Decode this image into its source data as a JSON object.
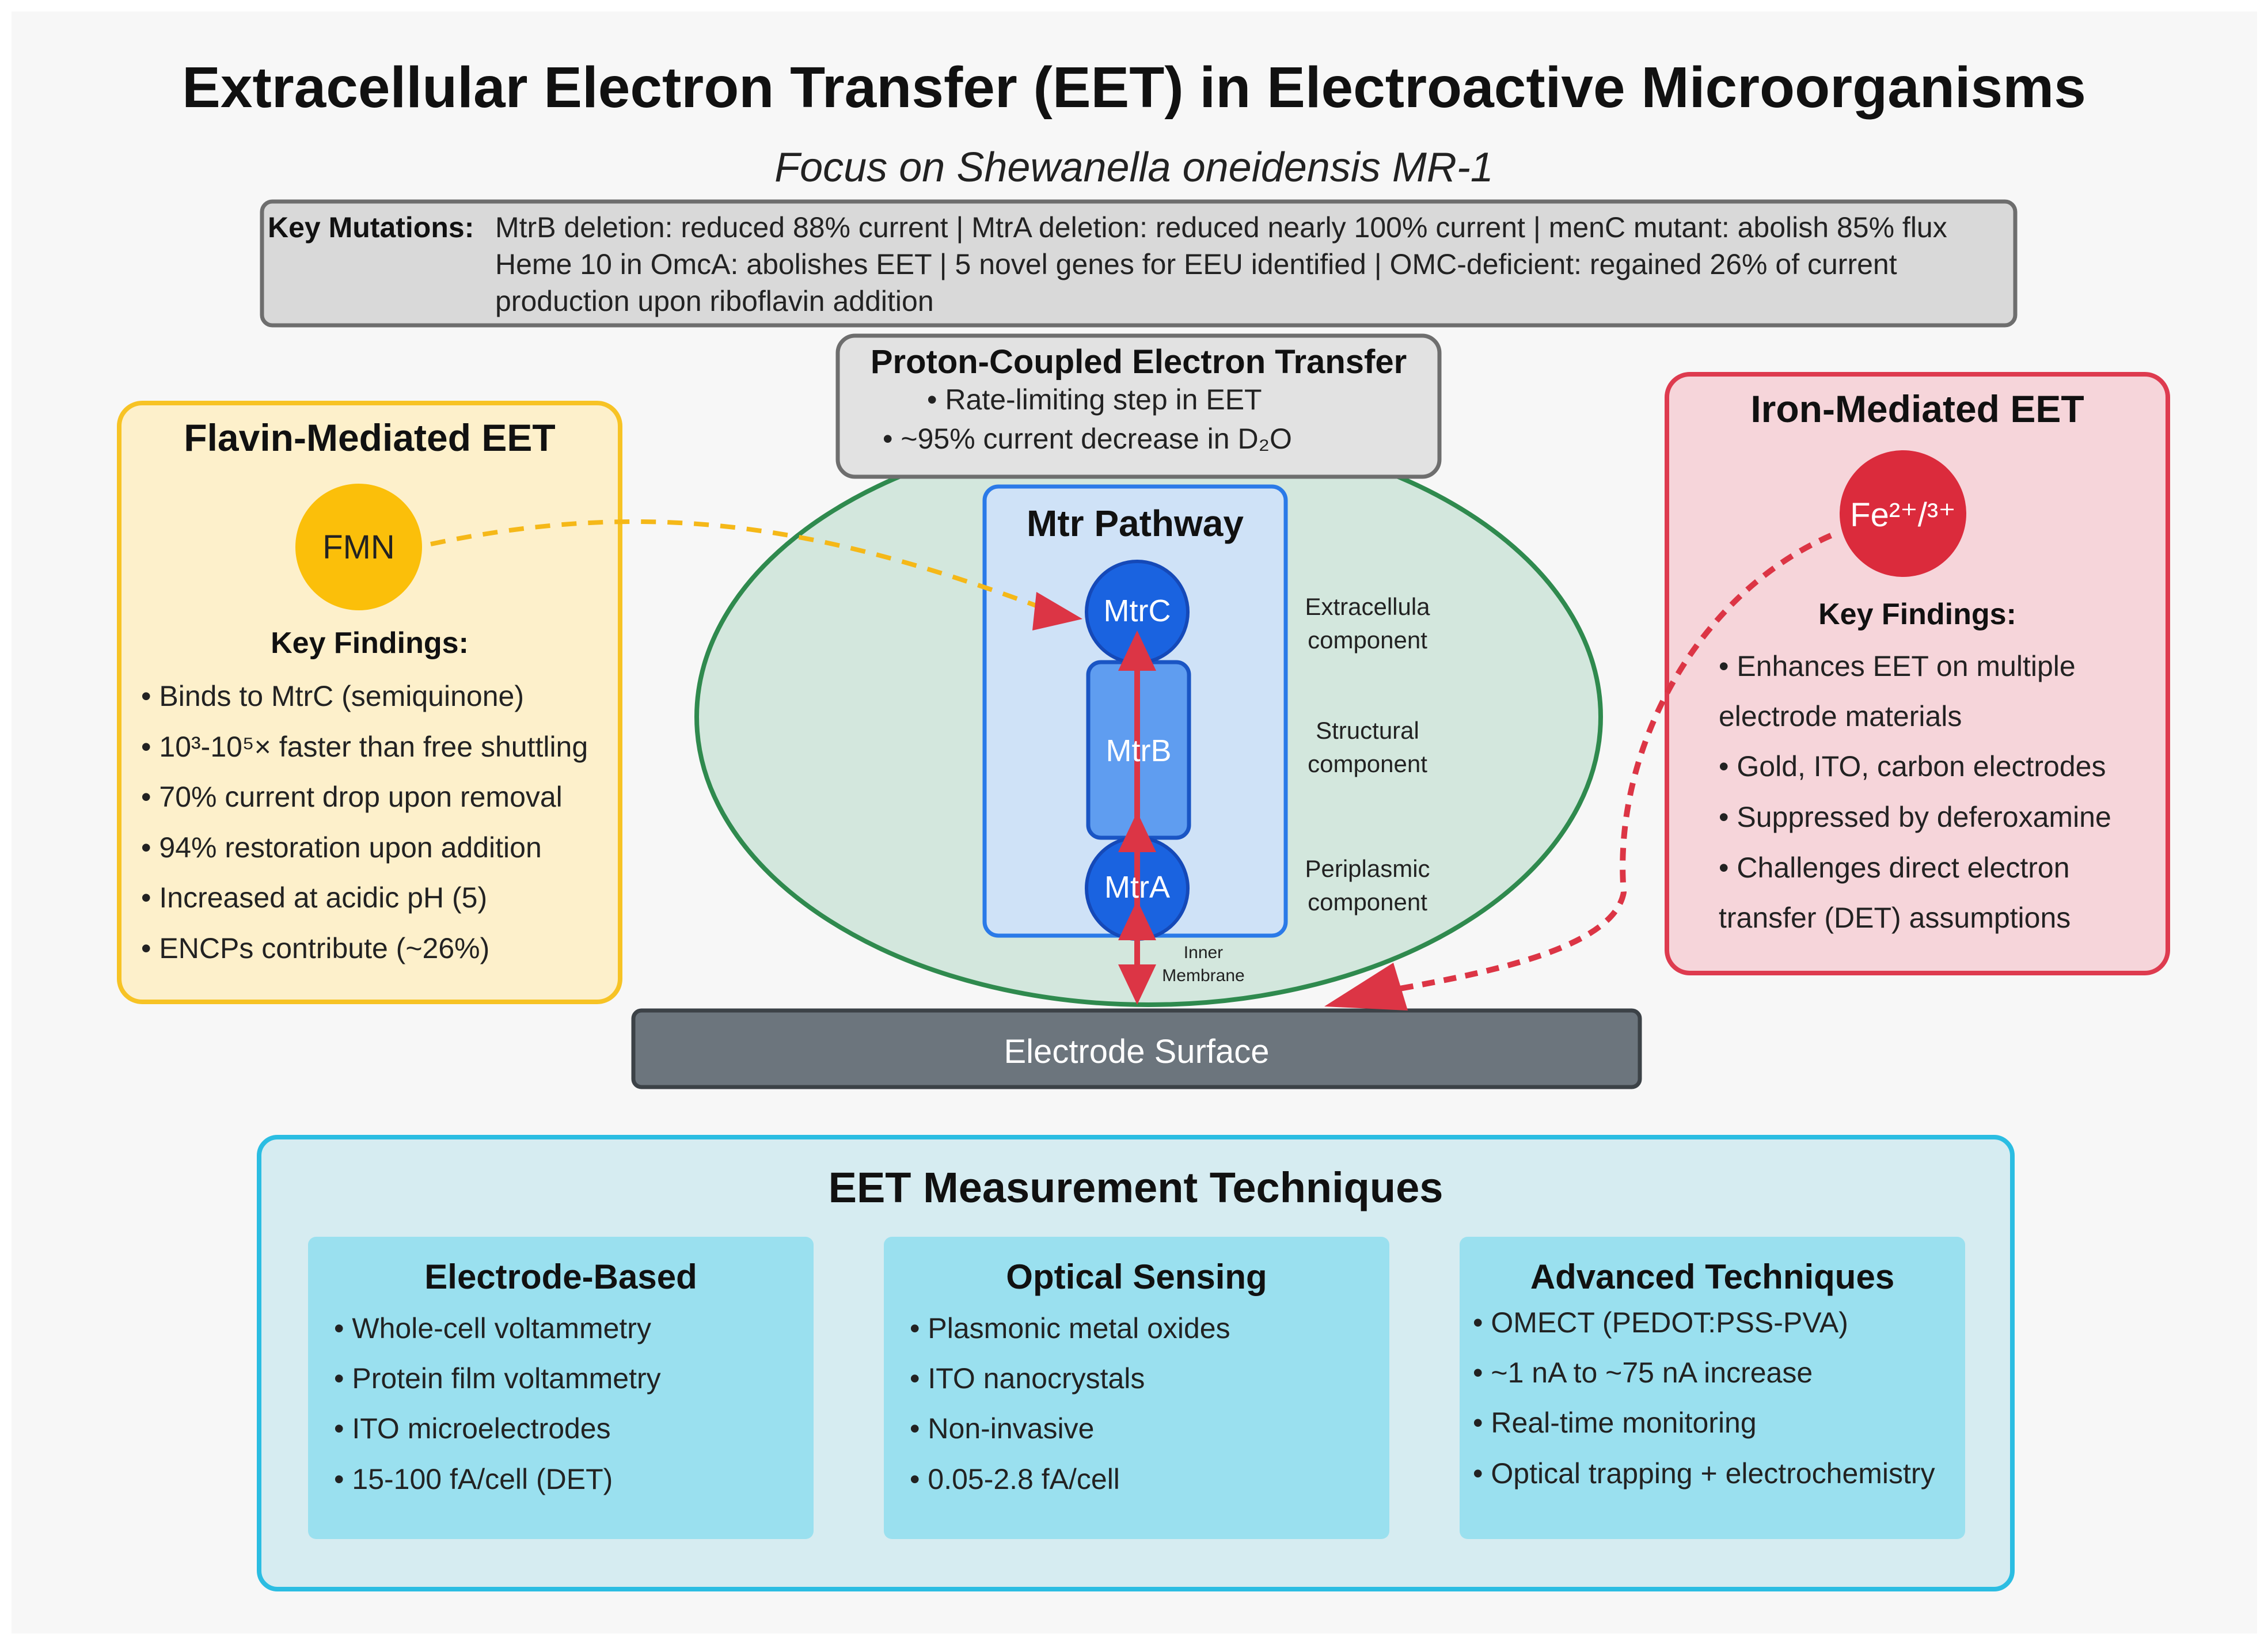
{
  "title": "Extracellular Electron Transfer (EET) in Electroactive Microorganisms",
  "subtitle": "Focus on Shewanella oneidensis MR-1",
  "mutations": {
    "label": "Key Mutations:",
    "lines": [
      "MtrB deletion: reduced 88% current | MtrA deletion: reduced nearly 100% current | menC mutant: abolish 85% flux",
      "Heme 10 in OmcA: abolishes EET | 5 novel genes for EEU identified | OMC-deficient: regained 26% of current",
      "production upon riboflavin addition"
    ]
  },
  "pcet": {
    "title": "Proton-Coupled Electron Transfer",
    "items": [
      "• Rate-limiting step in EET",
      "• ~95% current decrease in D₂O"
    ]
  },
  "flavin": {
    "title": "Flavin-Mediated EET",
    "molecule": "FMN",
    "findings_title": "Key Findings:",
    "findings": [
      "• Binds to MtrC (semiquinone)",
      "• 10³-10⁵× faster than free shuttling",
      "• 70% current drop upon removal",
      "• 94% restoration upon addition",
      "• Increased at acidic pH (5)",
      "• ENCPs contribute (~26%)"
    ]
  },
  "iron": {
    "title": "Iron-Mediated EET",
    "ion": "Fe²⁺/³⁺",
    "findings_title": "Key Findings:",
    "findings": [
      "• Enhances EET on multiple",
      "electrode materials",
      "• Gold, ITO, carbon electrodes",
      "• Suppressed by deferoxamine",
      "• Challenges direct electron",
      "transfer (DET) assumptions"
    ]
  },
  "mtr": {
    "title": "Mtr Pathway",
    "proteins": {
      "c": "MtrC",
      "b": "MtrB",
      "a": "MtrA"
    },
    "components": {
      "c": [
        "Extracellula",
        "component"
      ],
      "b": [
        "Structural",
        "component"
      ],
      "a": [
        "Periplasmic",
        "component"
      ]
    },
    "membrane": [
      "Inner",
      "Membrane"
    ]
  },
  "electrode": "Electrode Surface",
  "techniques": {
    "title": "EET Measurement Techniques",
    "groups": [
      {
        "title": "Electrode-Based",
        "items": [
          "• Whole-cell voltammetry",
          "• Protein film voltammetry",
          "• ITO microelectrodes",
          "• 15-100 fA/cell (DET)"
        ]
      },
      {
        "title": "Optical Sensing",
        "items": [
          "• Plasmonic metal oxides",
          "• ITO nanocrystals",
          "• Non-invasive",
          "• 0.05-2.8 fA/cell"
        ]
      },
      {
        "title": "Advanced Techniques",
        "items": [
          "• OMECT (PEDOT:PSS-PVA)",
          "• ~1 nA to ~75 nA increase",
          "• Real-time monitoring",
          "• Optical trapping + electrochemistry"
        ]
      }
    ]
  },
  "colors": {
    "flavin_fill": "#fdf0cb",
    "flavin_border": "#f7c325",
    "fmn": "#fbbf0a",
    "iron_fill": "#f6d5da",
    "iron_border": "#de3b4f",
    "fe": "#db2b3c",
    "cell_fill": "#d3e7dd",
    "cell_border": "#2f8a4e",
    "mtr_fill": "#cfe2f7",
    "mtr_border": "#2a7ae8",
    "protein": "#1a63e0",
    "mtrb": "#5f9df0",
    "arrow": "#dc3545",
    "electrode": "#6c757d",
    "tech_fill": "#d6ecf1",
    "tech_border": "#2bbde2",
    "subbox": "#9ae0ef",
    "mutation_fill": "#d9d9d9",
    "pcet_fill": "#e2e2e2"
  }
}
